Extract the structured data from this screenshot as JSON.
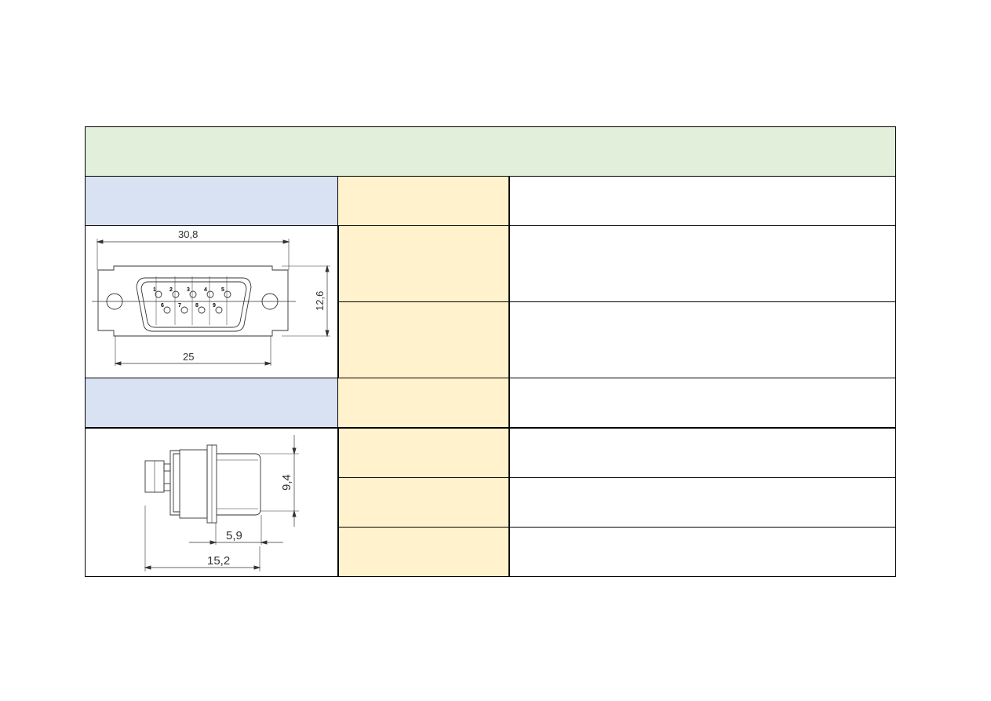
{
  "front_view": {
    "width_total": "30,8",
    "height": "12,6",
    "width_shell": "25",
    "pins": [
      "1",
      "2",
      "3",
      "4",
      "5",
      "6",
      "7",
      "8",
      "9"
    ]
  },
  "side_view": {
    "height": "9,4",
    "depth_front": "5,9",
    "depth_total": "15,2"
  }
}
